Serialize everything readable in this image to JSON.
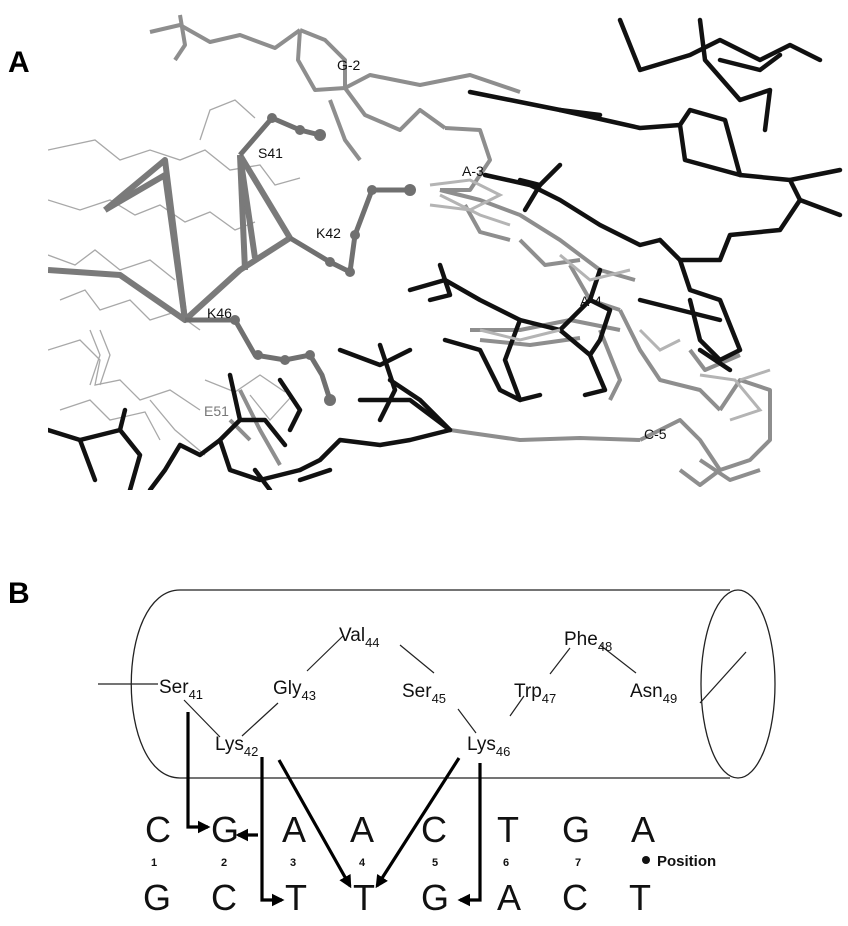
{
  "panels": {
    "a": {
      "letter": "A"
    },
    "b": {
      "letter": "B"
    }
  },
  "structure_labels": {
    "g2": "G-2",
    "s41": "S41",
    "a3": "A-3",
    "k42": "K42",
    "a4": "A-4",
    "k46": "K46",
    "e51": "E51",
    "c5": "C-5"
  },
  "helix_residues": {
    "ser41": {
      "name": "Ser",
      "num": "41"
    },
    "gly43": {
      "name": "Gly",
      "num": "43"
    },
    "val44": {
      "name": "Val",
      "num": "44"
    },
    "ser45": {
      "name": "Ser",
      "num": "45"
    },
    "trp47": {
      "name": "Trp",
      "num": "47"
    },
    "phe48": {
      "name": "Phe",
      "num": "48"
    },
    "asn49": {
      "name": "Asn",
      "num": "49"
    },
    "lys42": {
      "name": "Lys",
      "num": "42"
    },
    "lys46": {
      "name": "Lys",
      "num": "46"
    }
  },
  "dna": {
    "top_strand": [
      "C",
      "G",
      "A",
      "A",
      "C",
      "T",
      "G",
      "A"
    ],
    "bottom_strand": [
      "G",
      "C",
      "T",
      "T",
      "G",
      "A",
      "C",
      "T"
    ],
    "positions": [
      "1",
      "2",
      "3",
      "4",
      "5",
      "6",
      "7"
    ],
    "position_legend": "Position"
  },
  "colors": {
    "dark_strand": "#111111",
    "mid_strand": "#8a8a8a",
    "light_strand": "#b0b0b0",
    "protein": "#6e6e6e",
    "ribbon": "#7a7a7a"
  }
}
